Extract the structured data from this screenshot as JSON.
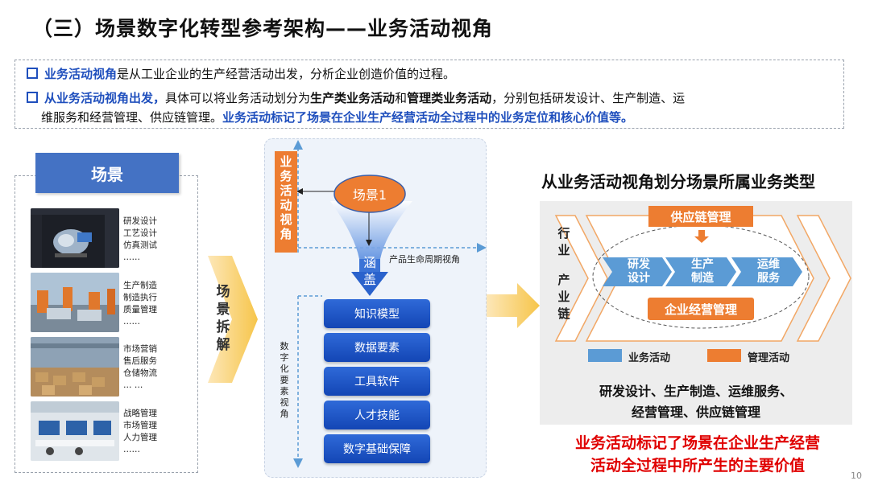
{
  "header": {
    "title": "（三）场景数字化转型参考架构——业务活动视角"
  },
  "intro": {
    "line1": {
      "lead": "业务活动视角",
      "rest": "是从工业企业的生产经营活动出发，分析企业创造价值的过程。"
    },
    "line2": {
      "lead": "从业务活动视角出发，",
      "p1": "具体可以将业务活动划分为",
      "b1": "生产类业务活动",
      "p2": "和",
      "b2": "管理类业务活动",
      "p3": "，分别包括研发设计、生产制造、运",
      "cont": "维服务和经营管理、供应链管理。",
      "emph": "业务活动标记了场景在企业生产经营活动全过程中的业务定位和核心价值等。"
    }
  },
  "scenes": {
    "title": "场景",
    "items": [
      {
        "text": "研发设计\n工艺设计\n仿真测试\n……"
      },
      {
        "text": "生产制造\n制造执行\n质量管理\n……"
      },
      {
        "text": "市场营销\n售后服务\n仓储物流\n… …"
      },
      {
        "text": "战略管理\n市场管理\n人力管理\n……"
      }
    ]
  },
  "decompose_label": "场景拆解",
  "middle": {
    "business_view": "业务活动视角",
    "scene_node": "场景1",
    "cover_label": "涵盖",
    "product_view": "产品生命周期视角",
    "digital_view": "数字化要素视角",
    "elements": [
      "知识模型",
      "数据要素",
      "工具软件",
      "人才技能",
      "数字基础保障"
    ]
  },
  "right": {
    "title": "从业务活动视角划分场景所属业务类型",
    "industry_label": "行业",
    "chain_label": "产业链",
    "supply_chain": "供应链管理",
    "activities": [
      "研发设计",
      "生产制造",
      "运维服务"
    ],
    "business_mgmt": "企业经营管理",
    "legend": {
      "business": "业务活动",
      "management": "管理活动"
    },
    "summary_line1": "研发设计、生产制造、运维服务、",
    "summary_line2": "经营管理、供应链管理",
    "conclusion_line1": "业务活动标记了场景在企业生产经营",
    "conclusion_line2": "活动全过程中所产生的主要价值"
  },
  "page_number": "10",
  "colors": {
    "blue": "#1f4fbd",
    "orange": "#ed7d31",
    "activity_blue": "#5b9bd5",
    "red": "#e00000"
  }
}
